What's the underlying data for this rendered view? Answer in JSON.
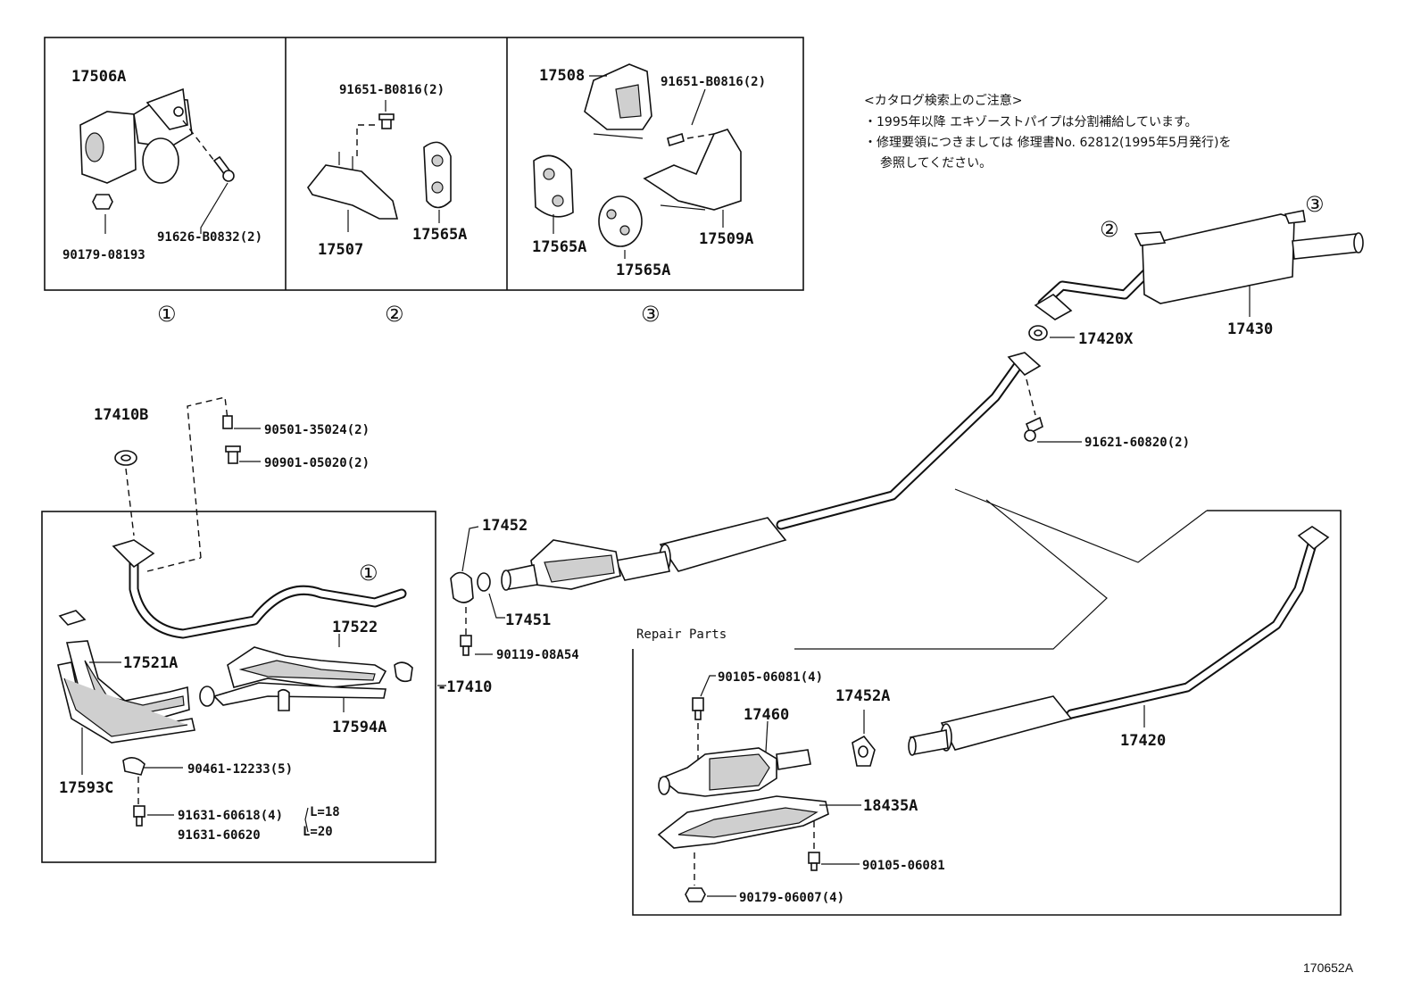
{
  "notes": {
    "heading": "<カタログ検索上のご注意>",
    "line1": "・1995年以降 エキゾーストパイプは分割補給しています。",
    "line2": "・修理要領につきましては 修理書No. 62812(1995年5月発行)を",
    "line3": "参照してください。"
  },
  "callouts": {
    "c1": "①",
    "c2": "②",
    "c3": "③"
  },
  "section_label": "Repair Parts",
  "figure_ref": "170652A",
  "parts": {
    "p17506A": "17506A",
    "p90179_08193": "90179-08193",
    "p91626_B0832": "91626-B0832(2)",
    "p91651_B0816_a": "91651-B0816(2)",
    "p17507": "17507",
    "p17565A_a": "17565A",
    "p17508": "17508",
    "p91651_B0816_b": "91651-B0816(2)",
    "p17565A_b": "17565A",
    "p17565A_c": "17565A",
    "p17509A": "17509A",
    "p17430": "17430",
    "p17420X": "17420X",
    "p91621_60820": "91621-60820(2)",
    "p17410B": "17410B",
    "p90501_35024": "90501-35024(2)",
    "p90901_05020": "90901-05020(2)",
    "p17452": "17452",
    "p17451": "17451",
    "p90119_08A54": "90119-08A54",
    "p17410": "-17410",
    "p17522": "17522",
    "p17521A": "17521A",
    "p17594A": "17594A",
    "p17593C": "17593C",
    "p90461_12233": "90461-12233(5)",
    "p91631_60618": "91631-60618(4)",
    "p91631_60620": "91631-60620",
    "pL18": "L=18",
    "pL20": "L=20",
    "p90105_06081_4": "90105-06081(4)",
    "p17460": "17460",
    "p17452A": "17452A",
    "p18435A": "18435A",
    "p90105_06081": "90105-06081",
    "p90179_06007": "90179-06007(4)",
    "p17420": "17420"
  }
}
